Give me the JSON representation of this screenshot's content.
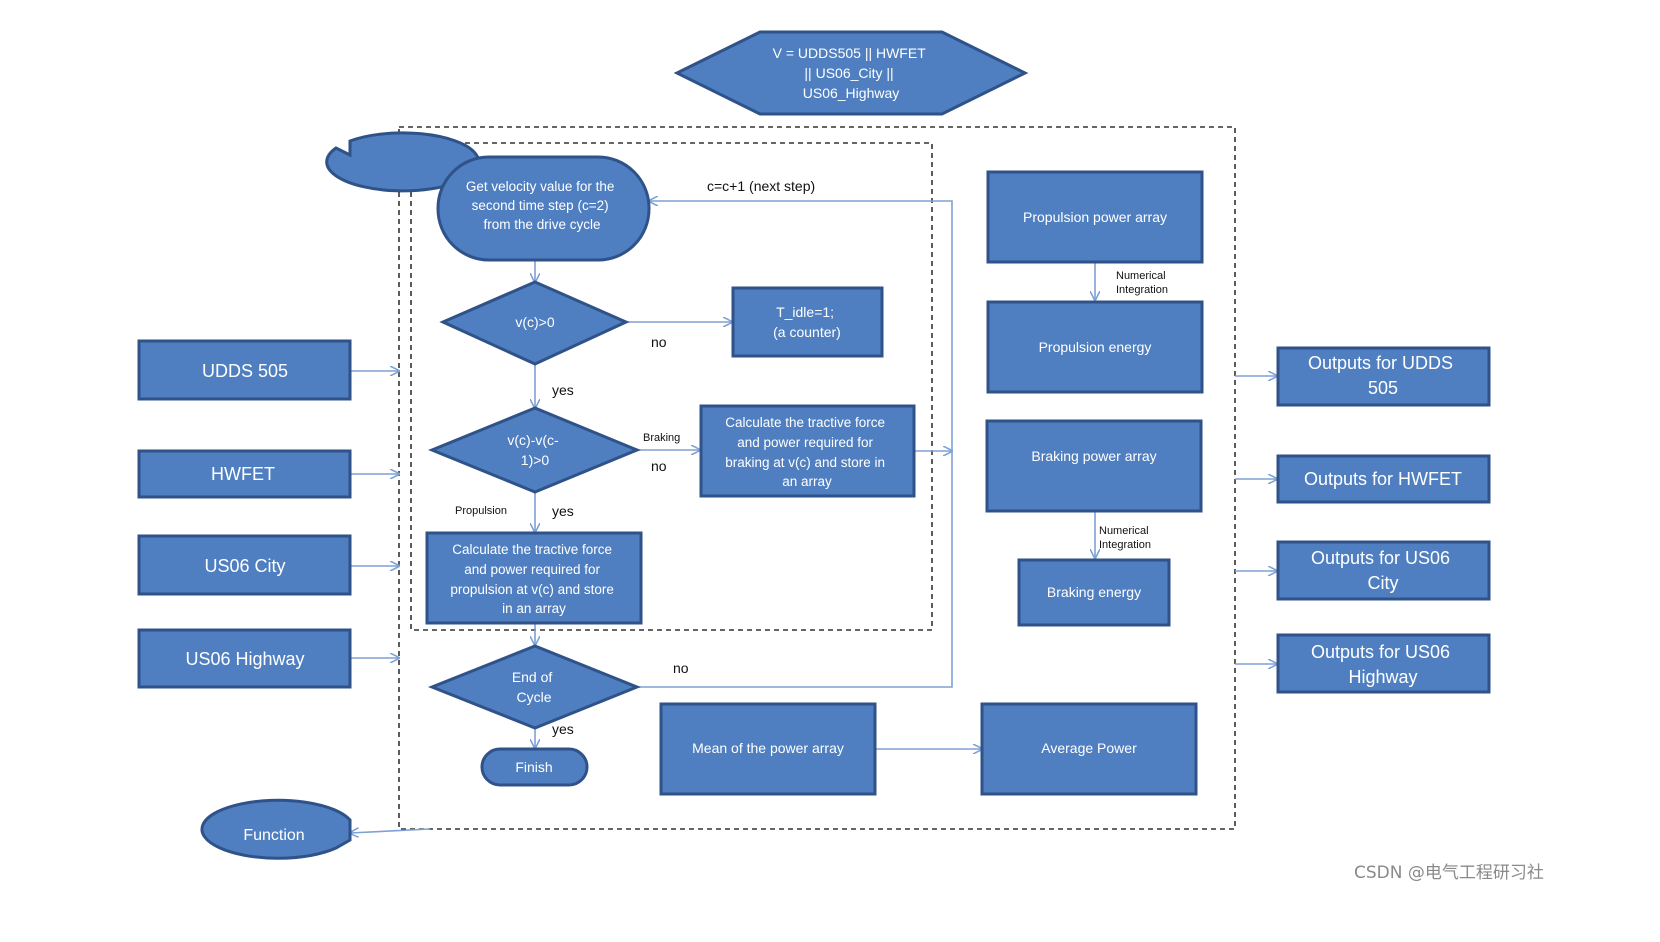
{
  "hexagon": {
    "lines": [
      "V = UDDS505 || HWFET",
      "|| US06_City ||",
      "US06_Highway"
    ]
  },
  "mask1": "Mask 1",
  "function_label": "Function",
  "inputs": [
    "UDDS 505",
    "HWFET",
    "US06 City",
    "US06 Highway"
  ],
  "flow": {
    "get_velocity": [
      "Get velocity value for the",
      "second time step (c=2)",
      "from the drive cycle"
    ],
    "next_step": "c=c+1 (next step)",
    "cond_v": "v(c)>0",
    "t_idle": [
      "T_idle=1;",
      "(a counter)"
    ],
    "no1": "no",
    "yes1": "yes",
    "cond_dv": [
      "v(c)-v(c-",
      "1)>0"
    ],
    "braking_label": "Braking",
    "no2": "no",
    "calc_braking": [
      "Calculate the tractive force",
      "and power required for",
      "braking at v(c) and store in",
      "an array"
    ],
    "propulsion_label": "Propulsion",
    "yes2": "yes",
    "calc_propulsion": [
      "Calculate the tractive force",
      "and power required for",
      "propulsion at v(c) and store",
      "in an array"
    ],
    "end_cycle": [
      "End of",
      "Cycle"
    ],
    "no3": "no",
    "yes3": "yes",
    "finish": "Finish",
    "mean_power": "Mean of the power array",
    "average_power": "Average Power"
  },
  "energy": {
    "propulsion_power": "Propulsion power array",
    "num_int_1": [
      "Numerical",
      "Integration"
    ],
    "propulsion_energy": "Propulsion energy",
    "braking_power": "Braking power array",
    "num_int_2": [
      "Numerical",
      "Integration"
    ],
    "braking_energy": "Braking energy"
  },
  "outputs": [
    [
      "Outputs for UDDS",
      "505"
    ],
    [
      "Outputs for HWFET"
    ],
    [
      "Outputs for US06",
      "City"
    ],
    [
      "Outputs for US06",
      "Highway"
    ]
  ],
  "watermark": "CSDN @电气工程研习社",
  "colors": {
    "shape_fill": "#4f7fc0",
    "shape_stroke": "#2f5288",
    "connector": "#7ea1d6"
  }
}
